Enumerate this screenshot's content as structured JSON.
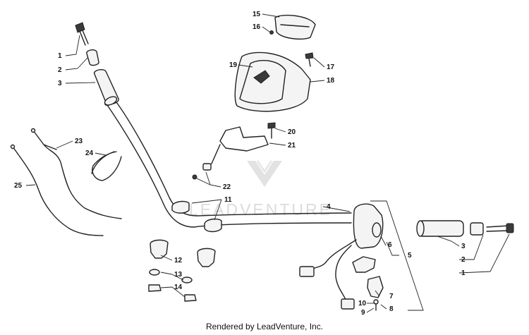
{
  "diagram": {
    "callouts": {
      "c1a": "1",
      "c2a": "2",
      "c3a": "3",
      "c4": "4",
      "c5": "5",
      "c6": "6",
      "c7": "7",
      "c8": "8",
      "c9": "9",
      "c10": "10",
      "c11": "11",
      "c12": "12",
      "c13": "13",
      "c14": "14",
      "c15": "15",
      "c16": "16",
      "c17": "17",
      "c18": "18",
      "c19": "19",
      "c20": "20",
      "c21": "21",
      "c22": "22",
      "c23": "23",
      "c24": "24",
      "c25": "25",
      "c3b": "3",
      "c2b": "2",
      "c1b": "1"
    },
    "watermark": "LEADVENTURE"
  },
  "footer": {
    "credit": "Rendered by LeadVenture, Inc."
  }
}
